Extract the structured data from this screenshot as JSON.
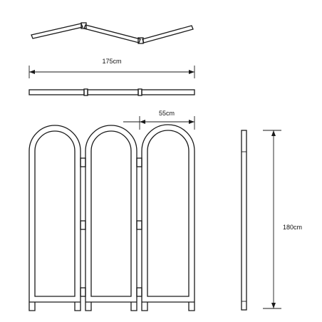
{
  "dimensions": {
    "width_total": "175cm",
    "panel_width": "55cm",
    "height": "180cm"
  },
  "panel_count": 3
}
